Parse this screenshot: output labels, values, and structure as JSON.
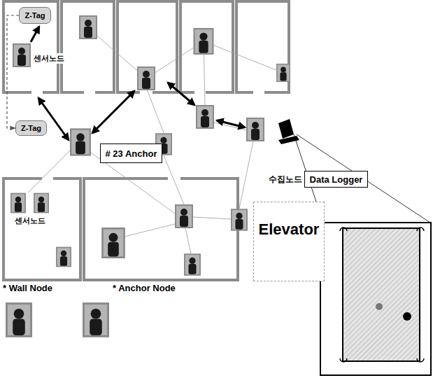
{
  "diagram": {
    "nodes": [
      {
        "text": [
          "Z-Tag"
        ]
      },
      {
        "text": [
          "Z-Tag"
        ]
      },
      {
        "text": [
          "# 23 Anchor"
        ]
      },
      {
        "text": [
          "Data Logger"
        ]
      },
      {
        "text": [
          "Elevator"
        ]
      }
    ],
    "edges": [
      {
        "from": 0,
        "to": 1,
        "arrow": "to"
      }
    ],
    "labels": [
      "센서노드",
      "센서노드",
      "수집노드"
    ],
    "legend": [
      {
        "text": "* Wall Node"
      },
      {
        "text": "* Anchor Node"
      }
    ]
  }
}
